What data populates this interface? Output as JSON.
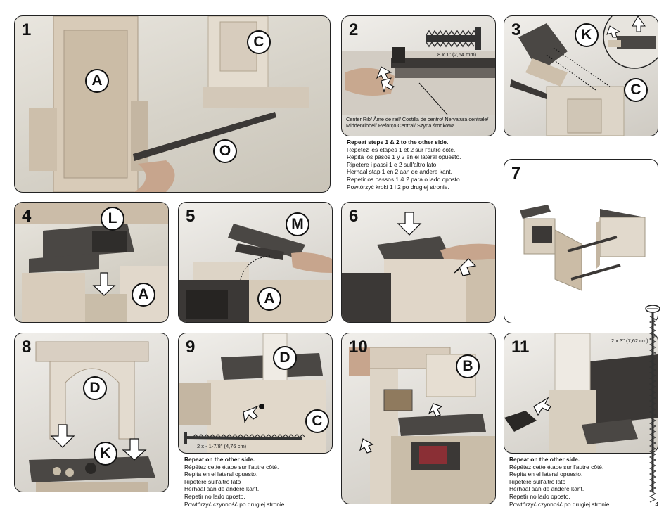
{
  "page_number": "4",
  "steps": [
    {
      "number": "1",
      "labels": [
        "A",
        "C",
        "O"
      ]
    },
    {
      "number": "2",
      "labels": [],
      "screw_dim": "8 x 1\" (2,54 mm)",
      "rib_note": "Center Rib/ Âme de rail/ Costilla de centro/ Nervatura centrale/ Middenribbel/ Reforço Central/ Szyna środkowa"
    },
    {
      "number": "3",
      "labels": [
        "K",
        "C"
      ]
    },
    {
      "number": "4",
      "labels": [
        "L",
        "A"
      ]
    },
    {
      "number": "5",
      "labels": [
        "M",
        "A"
      ]
    },
    {
      "number": "6",
      "labels": []
    },
    {
      "number": "7",
      "labels": []
    },
    {
      "number": "8",
      "labels": [
        "D",
        "K"
      ]
    },
    {
      "number": "9",
      "labels": [
        "D",
        "C"
      ],
      "screw_dim": "2 x - 1-7/8\" (4,76 cm)"
    },
    {
      "number": "10",
      "labels": [
        "B"
      ]
    },
    {
      "number": "11",
      "labels": [],
      "screw_dim": "2 x 3\" (7,62 cm)"
    }
  ],
  "caption_steps_1_2": {
    "bold": "Repeat steps 1 & 2 to the other side.",
    "lines": [
      "Répétez les étapes 1 et 2 sur l'autre côté.",
      "Repita los pasos 1 y 2 en el lateral opuesto.",
      "Ripetere i passi 1 e 2 sull'altro lato.",
      "Herhaal stap 1 en 2 aan de andere kant.",
      "Repetir os passos 1 & 2 para o lado oposto.",
      "Powtórzyć kroki 1 i 2 po drugiej stronie."
    ]
  },
  "caption_step_9": {
    "bold": "Repeat on the other side.",
    "lines": [
      "Répétez cette étape sur l'autre côté.",
      "Repita en el lateral opuesto.",
      "Ripetere sull'altro lato",
      "Herhaal aan de andere kant.",
      "Repetir no lado oposto.",
      "Powtórzyć czynność po drugiej stronie."
    ]
  },
  "caption_step_11": {
    "bold": "Repeat on the other side.",
    "lines": [
      "Répétez cette étape sur l'autre côté.",
      "Repita en el lateral opuesto.",
      "Ripetere sull'altro lato",
      "Herhaal aan de andere kant.",
      "Repetir no lado oposto.",
      "Powtórzyć czynność po drugiej stronie."
    ]
  },
  "colors": {
    "panel_border": "#222222",
    "dark_plastic": "#4a4744",
    "tan_plastic": "#d9cfbf",
    "rail": "#3b3836"
  }
}
